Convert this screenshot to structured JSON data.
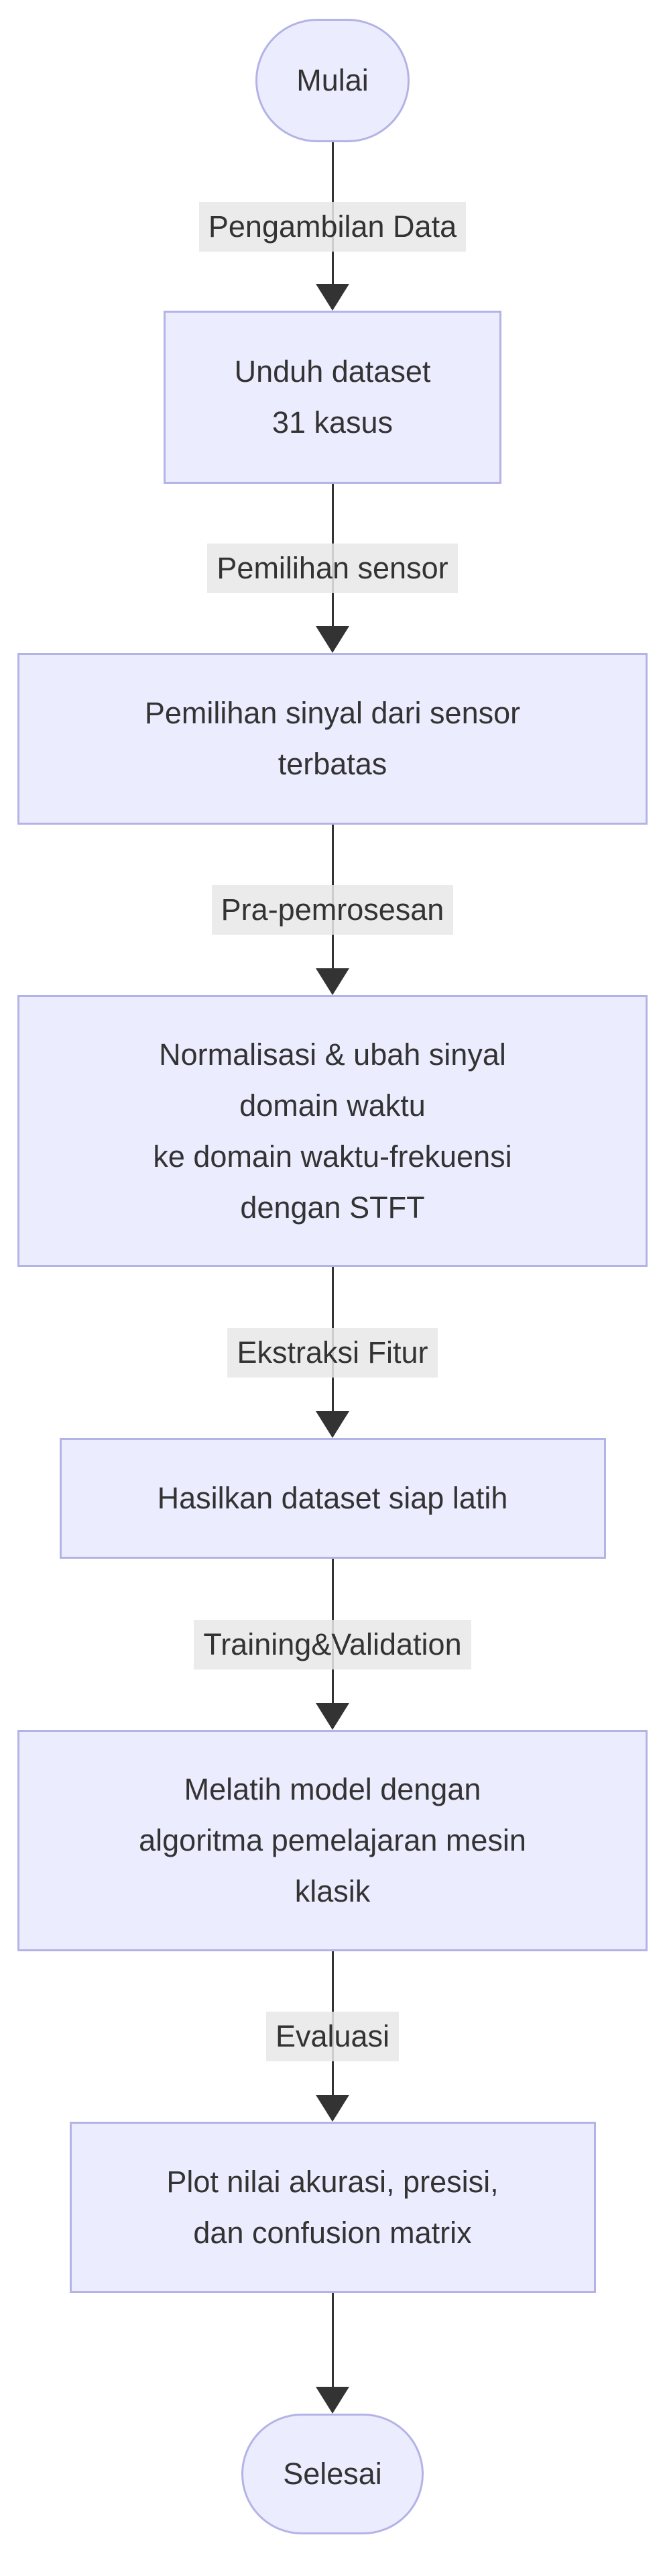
{
  "flow": {
    "start": {
      "label": "Mulai"
    },
    "end": {
      "label": "Selesai"
    },
    "edges": [
      {
        "label": "Pengambilan Data"
      },
      {
        "label": "Pemilihan sensor"
      },
      {
        "label": "Pra-pemrosesan"
      },
      {
        "label": "Ekstraksi Fitur"
      },
      {
        "label": "Training&Validation"
      },
      {
        "label": "Evaluasi"
      },
      {
        "label": ""
      }
    ],
    "boxes": [
      {
        "lines": [
          "Unduh dataset",
          "31 kasus"
        ]
      },
      {
        "lines": [
          "Pemilihan sinyal dari sensor",
          "terbatas"
        ]
      },
      {
        "lines": [
          "Normalisasi & ubah sinyal",
          "domain waktu",
          "ke domain waktu-frekuensi",
          "dengan STFT"
        ]
      },
      {
        "lines": [
          "Hasilkan dataset siap latih"
        ]
      },
      {
        "lines": [
          "Melatih model dengan",
          "algoritma pemelajaran mesin",
          "klasik"
        ]
      },
      {
        "lines": [
          "Plot nilai akurasi, presisi,",
          "dan confusion matrix"
        ]
      }
    ],
    "colors": {
      "node_fill": "#ECECFF",
      "node_border": "#B3B3E6",
      "edge_label_bg": "rgba(232,232,232,0.85)",
      "text": "#333333",
      "arrow": "#333333"
    }
  }
}
